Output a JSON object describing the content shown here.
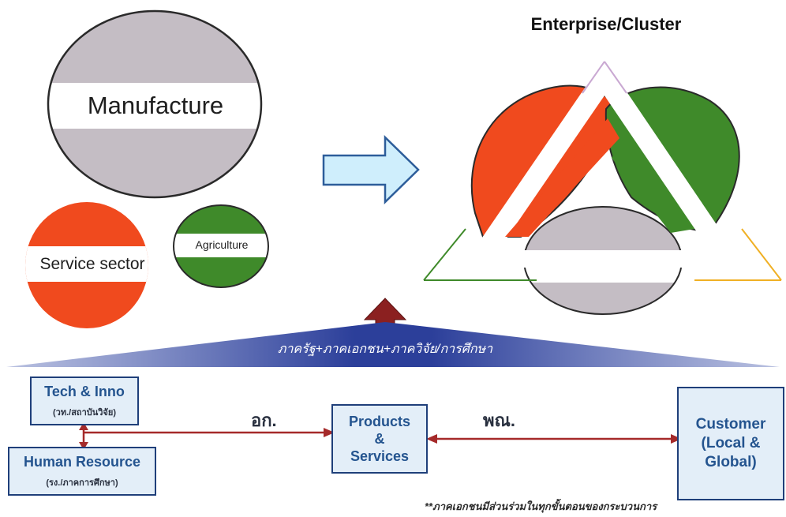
{
  "left_circles": {
    "manufacture": "Manufacture",
    "service": "Service sector",
    "agriculture": "Agriculture"
  },
  "cluster": {
    "title": "Enterprise/Cluster"
  },
  "banner": {
    "text": "ภาครัฐ+ภาคเอกชน+ภาควิจัย/การศึกษา"
  },
  "flow": {
    "tech_title": "Tech & Inno",
    "tech_sub": "(วท./สถาบันวิจัย)",
    "hr_title": "Human Resource",
    "hr_sub": "(รง./ภาคการศึกษา)",
    "ok_label": "อก.",
    "products": [
      "Products",
      "&",
      "Services"
    ],
    "pn_label": "พณ.",
    "customer": [
      "Customer",
      "(Local &",
      "Global)"
    ],
    "footnote": "**ภาคเอกชนมีส่วนร่วมในทุกขั้นตอนของกระบวนการ"
  },
  "colors": {
    "gray": "#c4bdc4",
    "orange": "#f04a1e",
    "green": "#3f8a2a",
    "blue_banner": "#2c3f9a",
    "arrow_fill": "#cfeefc",
    "arrow_stroke": "#2d5d9a",
    "dark_red": "#8b2020"
  }
}
